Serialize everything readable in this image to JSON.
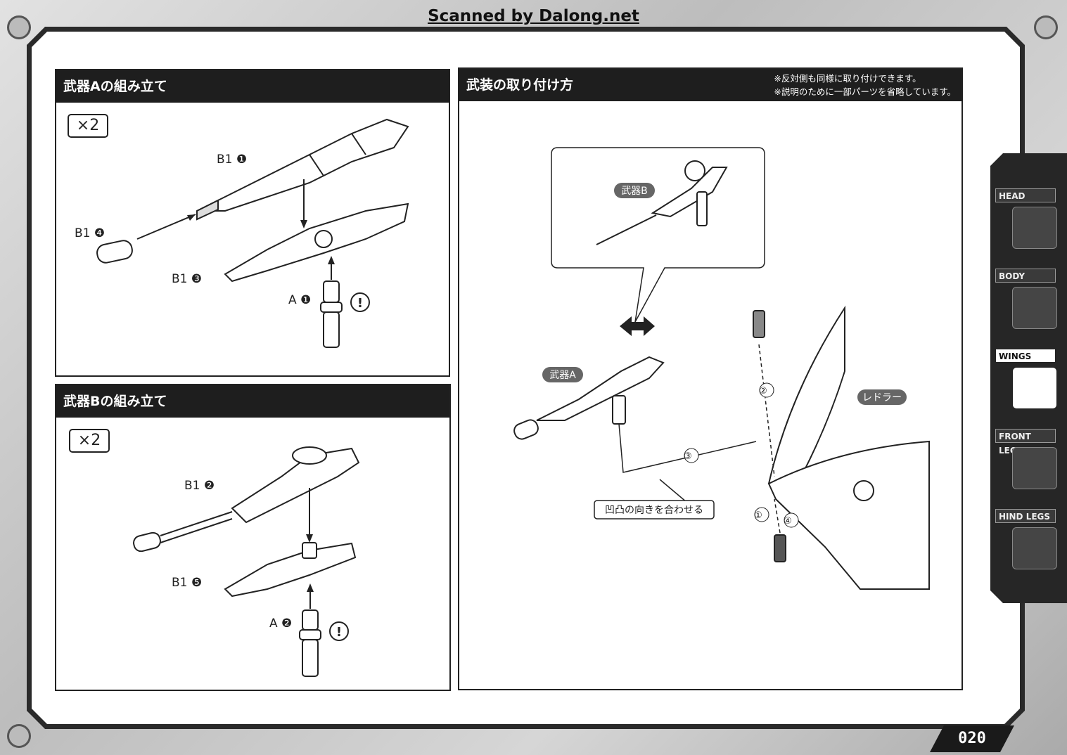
{
  "watermark": "Scanned by Dalong.net",
  "page_number": "020",
  "panels": {
    "weapon_a": {
      "title": "武器Aの組み立て",
      "quantity": "×2",
      "callouts": {
        "b1_1": "B1 ❶",
        "b1_4": "B1 ❹",
        "b1_3": "B1 ❸",
        "a_1": "A ❶"
      }
    },
    "weapon_b": {
      "title": "武器Bの組み立て",
      "quantity": "×2",
      "callouts": {
        "b1_2": "B1 ❷",
        "b1_5": "B1 ❺",
        "a_2": "A ❷"
      }
    },
    "mounting": {
      "title": "武装の取り付け方",
      "notes": [
        "※反対側も同様に取り付けできます。",
        "※説明のために一部パーツを省略しています。"
      ],
      "labels": {
        "weapon_b": "武器B",
        "weapon_a": "武器A",
        "redler": "レドラー",
        "align_note": "凹凸の向きを合わせる"
      },
      "steps": [
        "①",
        "②",
        "③",
        "④"
      ]
    }
  },
  "sidebar": {
    "tabs": [
      {
        "label": "HEAD",
        "icon": "head-icon"
      },
      {
        "label": "BODY",
        "icon": "body-icon"
      },
      {
        "label": "WINGS",
        "icon": "wings-icon",
        "active": true
      },
      {
        "label": "FRONT LEGS",
        "icon": "front-legs-icon"
      },
      {
        "label": "HIND LEGS",
        "icon": "hind-legs-icon"
      }
    ]
  }
}
